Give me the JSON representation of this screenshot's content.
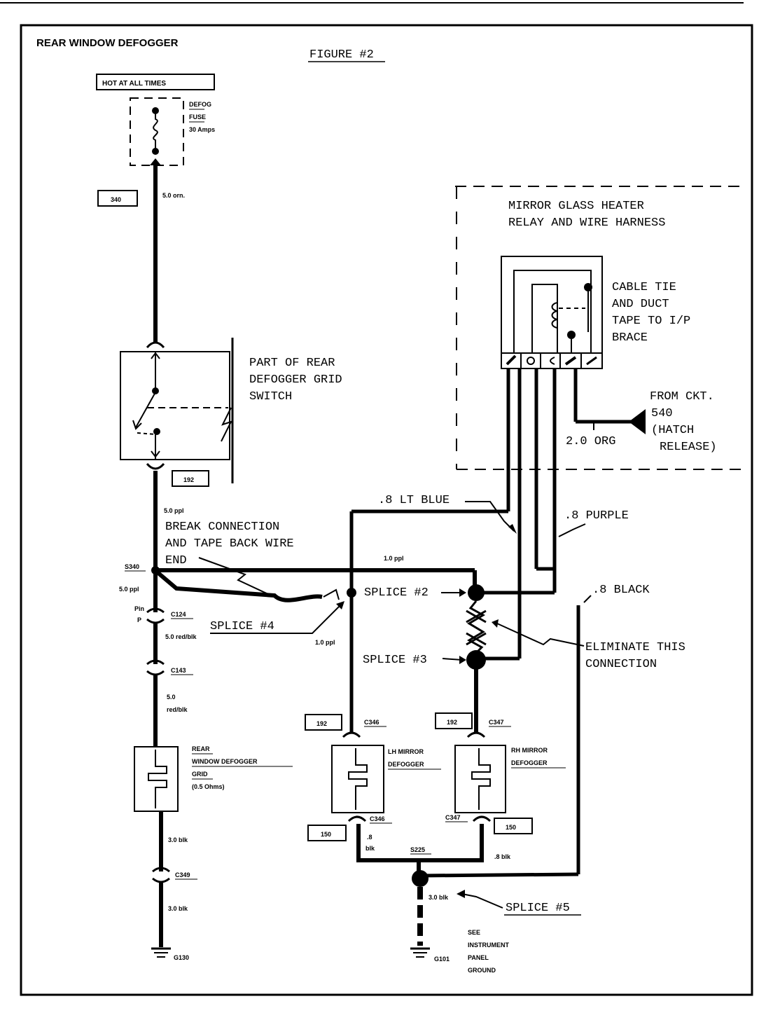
{
  "header": {
    "title": "REAR WINDOW DEFOGGER",
    "figure": "FIGURE #2"
  },
  "power": {
    "hot_label": "HOT AT ALL TIMES",
    "fuse_name_line1": "DEFOG",
    "fuse_name_line2": "FUSE",
    "fuse_rating": "30 Amps",
    "circuit_340": "340",
    "wire_340": "5.0 orn."
  },
  "switch": {
    "line1": "PART OF REAR",
    "line2": "DEFOGGER GRID",
    "line3": "SWITCH",
    "circuit_192": "192",
    "wire_below": "5.0 ppl"
  },
  "left_branch": {
    "break_line1": "BREAK CONNECTION",
    "break_line2": "AND TAPE BACK WIRE",
    "break_line3": "END",
    "splice_s340": "S340",
    "wire_s340_down": "5.0 ppl",
    "pin_label1": "Pin",
    "pin_label2": "P",
    "connector_c124": "C124",
    "splice4_label": "SPLICE #4",
    "wire_c124_down": "5.0 red/blk",
    "wire_splice4": "1.0 ppl",
    "wire_top_run": "1.0 ppl",
    "connector_c143": "C143",
    "wire_c143_line1": "5.0",
    "wire_c143_line2": "red/blk",
    "grid_line1": "REAR",
    "grid_line2": "WINDOW DEFOGGER",
    "grid_line3": "GRID",
    "grid_line4": "(0.5 Ohms)",
    "wire_grid_down": "3.0 blk",
    "connector_c349": "C349",
    "wire_ground": "3.0 blk",
    "ground_g130": "G130"
  },
  "relay": {
    "box_line1": "MIRROR GLASS HEATER",
    "box_line2": "RELAY AND WIRE HARNESS",
    "tie_line1": "CABLE TIE",
    "tie_line2": "AND DUCT",
    "tie_line3": "TAPE TO I/P",
    "tie_line4": "BRACE",
    "from_line1": "FROM CKT.",
    "from_line2": "540",
    "from_line3": "(HATCH",
    "from_line4": "RELEASE)",
    "wire_org": "2.0 ORG"
  },
  "mirrors": {
    "wire_blue": ".8 LT BLUE",
    "wire_purple": ".8 PURPLE",
    "wire_black": ".8 BLACK",
    "splice2_label": "SPLICE #2",
    "splice3_label": "SPLICE #3",
    "eliminate_line1": "ELIMINATE THIS",
    "eliminate_line2": "CONNECTION",
    "lh_circuit": "192",
    "lh_connector_top": "C346",
    "lh_line1": "LH MIRROR",
    "lh_line2": "DEFOGGER",
    "lh_connector_bottom": "C346",
    "lh_ground_circuit": "150",
    "lh_wire_line1": ".8",
    "lh_wire_line2": "blk",
    "rh_circuit": "192",
    "rh_connector_top": "C347",
    "rh_line1": "RH MIRROR",
    "rh_line2": "DEFOGGER",
    "rh_connector_bottom": "C347",
    "rh_ground_circuit": "150",
    "rh_wire": ".8 blk",
    "splice_s225": "S225",
    "wire_ground": "3.0 blk",
    "splice5_label": "SPLICE #5",
    "ground_g101": "G101",
    "see_line1": "SEE",
    "see_line2": "INSTRUMENT",
    "see_line3": "PANEL",
    "see_line4": "GROUND"
  }
}
